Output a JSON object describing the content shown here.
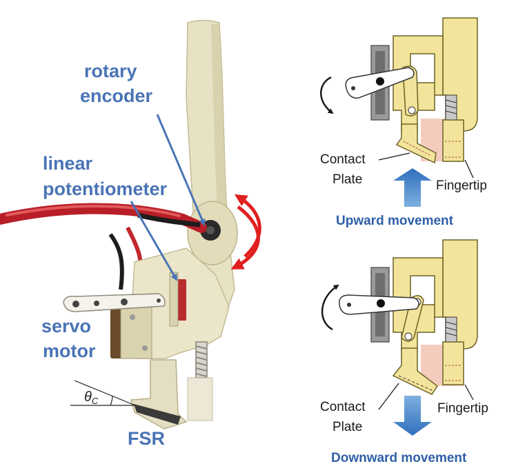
{
  "photo_labels": {
    "rotary_encoder": [
      "rotary",
      "encoder"
    ],
    "linear_potentiometer": [
      "linear",
      "potentiometer"
    ],
    "servo_motor": [
      "servo",
      "motor"
    ],
    "angle": "θ",
    "angle_sub": "C",
    "fsr": "FSR"
  },
  "upward_panel": {
    "contact_plate": [
      "Contact",
      "Plate"
    ],
    "fingertip": "Fingertip",
    "caption": "Upward movement"
  },
  "downward_panel": {
    "contact_plate": [
      "Contact",
      "Plate"
    ],
    "fingertip": "Fingertip",
    "caption": "Downward movement"
  },
  "colors": {
    "label_blue": "#4a74b5",
    "movement_arrow": "#4c86c9",
    "rotation_arrow": "#e02020",
    "mechanism_yellow": "#f2e49a",
    "fingertip_pink": "#f2c3b1",
    "cable_red": "#c1272d"
  }
}
